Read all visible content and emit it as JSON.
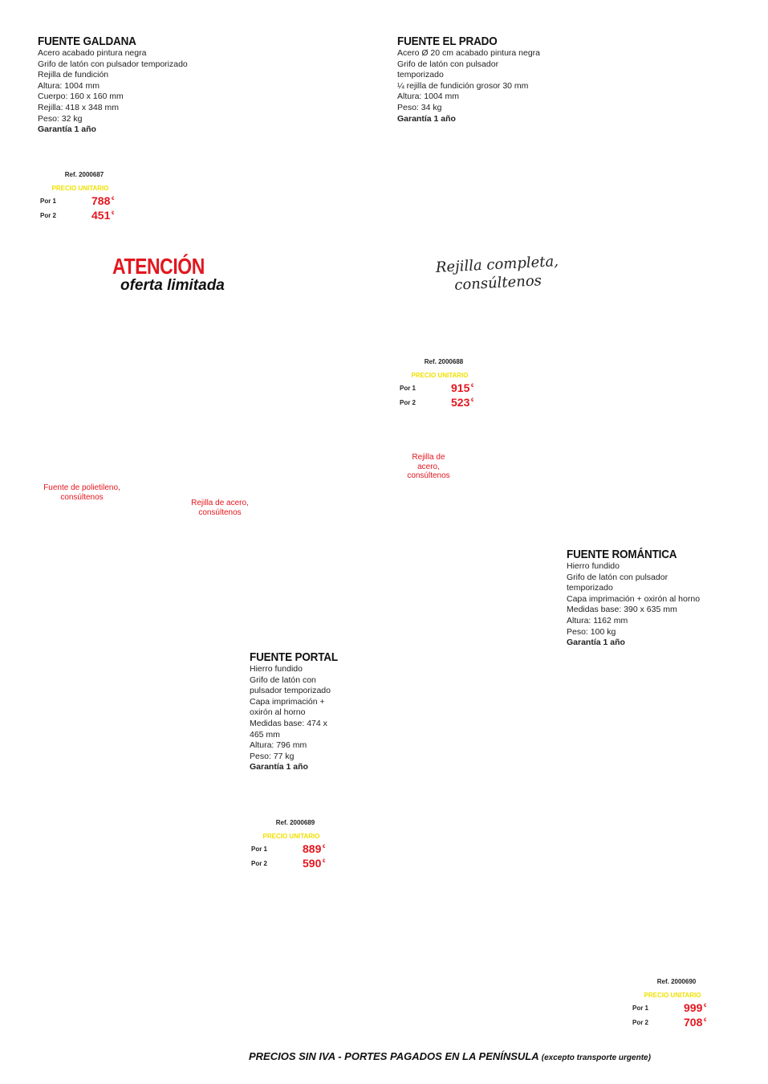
{
  "products": [
    {
      "title": "FUENTE GALDANA",
      "specs": [
        "Acero acabado pintura negra",
        "Grifo de latón con pulsador temporizado",
        "Rejilla de fundición",
        "Altura: 1004 mm",
        "Cuerpo: 160 x 160 mm",
        "Rejilla: 418 x 348 mm",
        "Peso: 32 kg"
      ],
      "warranty": "Garantía 1 año",
      "ref": "Ref. 2000687",
      "unit_label": "PRECIO UNITARIO",
      "prices": [
        {
          "label": "Por 1",
          "value": "788",
          "currency": "€"
        },
        {
          "label": "Por 2",
          "value": "451",
          "currency": "€"
        }
      ]
    },
    {
      "title": "FUENTE EL PRADO",
      "specs": [
        "Acero Ø 20 cm acabado pintura negra",
        "Grifo de latón con pulsador",
        "temporizado",
        "¼ rejilla de fundición grosor 30 mm",
        "Altura: 1004 mm",
        "Peso: 34 kg"
      ],
      "warranty": "Garantía 1 año",
      "ref": "Ref. 2000688",
      "unit_label": "PRECIO UNITARIO",
      "prices": [
        {
          "label": "Por 1",
          "value": "915",
          "currency": "€"
        },
        {
          "label": "Por 2",
          "value": "523",
          "currency": "€"
        }
      ]
    },
    {
      "title": "FUENTE ROMÁNTICA",
      "specs": [
        "Hierro fundido",
        "Grifo de latón con pulsador",
        "temporizado",
        "Capa imprimación + oxirón al horno",
        "Medidas base: 390 x 635 mm",
        "Altura: 1162 mm",
        "Peso: 100 kg"
      ],
      "warranty": "Garantía 1 año",
      "ref": "Ref. 2000690",
      "unit_label": "PRECIO UNITARIO",
      "prices": [
        {
          "label": "Por 1",
          "value": "999",
          "currency": "€"
        },
        {
          "label": "Por 2",
          "value": "708",
          "currency": "€"
        }
      ]
    },
    {
      "title": "FUENTE PORTAL",
      "specs": [
        "Hierro fundido",
        "Grifo de latón con",
        "pulsador temporizado",
        "Capa imprimación +",
        "oxirón al horno",
        "Medidas base: 474 x",
        "465 mm",
        "Altura: 796 mm",
        "Peso: 77 kg"
      ],
      "warranty": "Garantía 1 año",
      "ref": "Ref. 2000689",
      "unit_label": "PRECIO UNITARIO",
      "prices": [
        {
          "label": "Por 1",
          "value": "889",
          "currency": "€"
        },
        {
          "label": "Por 2",
          "value": "590",
          "currency": "€"
        }
      ]
    }
  ],
  "attention": {
    "headline": "ATENCIÓN",
    "subline": "oferta limitada"
  },
  "script_note": {
    "line1": "Rejilla completa,",
    "line2": "consúltenos"
  },
  "notes": {
    "polietileno": [
      "Fuente de polietileno,",
      "consúltenos"
    ],
    "acero_galdana": [
      "Rejilla de acero,",
      "consúltenos"
    ],
    "acero_prado": [
      "Rejilla de",
      "acero,",
      "consúltenos"
    ]
  },
  "footer": {
    "main": "PRECIOS SIN IVA - PORTES PAGADOS EN LA PENÍNSULA",
    "sub": "(excepto transporte urgente)"
  },
  "colors": {
    "accent_red": "#e3161e",
    "unit_yellow": "#f0e000"
  }
}
